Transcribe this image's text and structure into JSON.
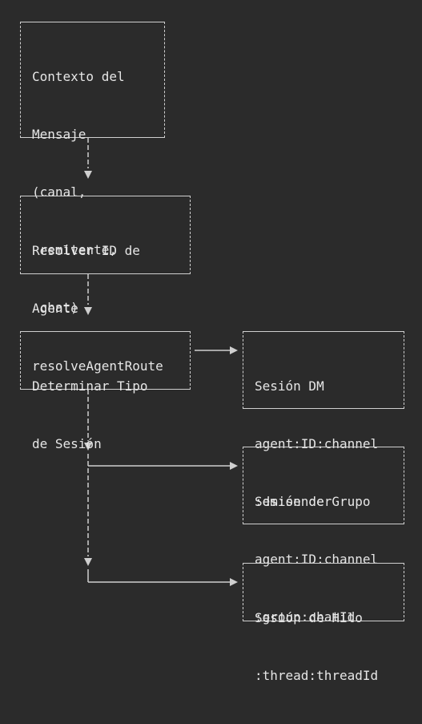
{
  "nodes": {
    "context": {
      "lines": [
        "Contexto del",
        "Mensaje",
        "(canal,",
        " remitente,",
        " chat)"
      ]
    },
    "resolve": {
      "lines": [
        "Resolver ID de",
        "Agente",
        "resolveAgentRoute"
      ]
    },
    "type": {
      "lines": [
        "Determinar Tipo",
        "de Sesión"
      ]
    },
    "dm": {
      "lines": [
        "Sesión DM",
        "agent:ID:channel",
        ":dm:sender"
      ]
    },
    "group": {
      "lines": [
        "Sesión de Grupo",
        "agent:ID:channel",
        ":group:chatId"
      ]
    },
    "thread": {
      "lines": [
        "Sesión de Hilo",
        ":thread:threadId"
      ]
    }
  },
  "edges": [
    {
      "from": "context",
      "to": "resolve"
    },
    {
      "from": "resolve",
      "to": "type"
    },
    {
      "from": "type",
      "to": "dm"
    },
    {
      "from": "type",
      "to": "group"
    },
    {
      "from": "type",
      "to": "thread"
    }
  ],
  "colors": {
    "background": "#2b2b2b",
    "line": "#cfcfcf",
    "text": "#e6e6e6"
  }
}
